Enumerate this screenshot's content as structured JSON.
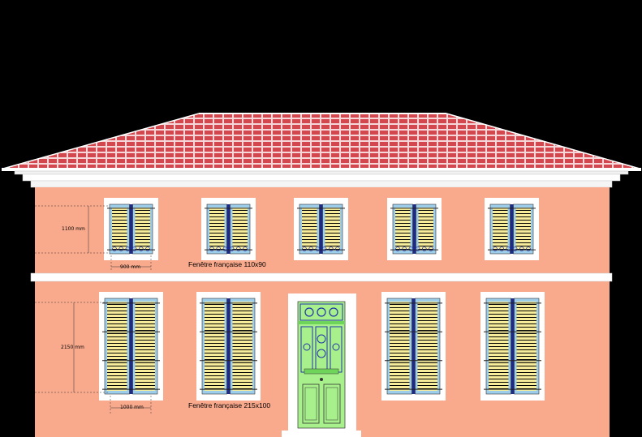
{
  "colors": {
    "background": "#000000",
    "wall": "#F9A98C",
    "roof_tile": "#D2484E",
    "roof_light": "#F6D7D9",
    "cornice": "#FFFFFF",
    "frame": "#FFFFFF",
    "shutter": "#9CCDEB",
    "slat": "#F7EC9A",
    "glass": "#1E2A8A",
    "door": "#A8F08C",
    "door_accent": "#2233AA"
  },
  "annotations": {
    "upper_height": "1100 mm",
    "upper_width": "900 mm",
    "upper_caption": "Fenêtre française 110x90",
    "lower_height": "2150 mm",
    "lower_width": "1000 mm",
    "lower_caption": "Fenêtre française 215x100"
  },
  "elements": {
    "icons": [
      "dimension-line-icon",
      "shutter-icon",
      "door-icon"
    ]
  }
}
